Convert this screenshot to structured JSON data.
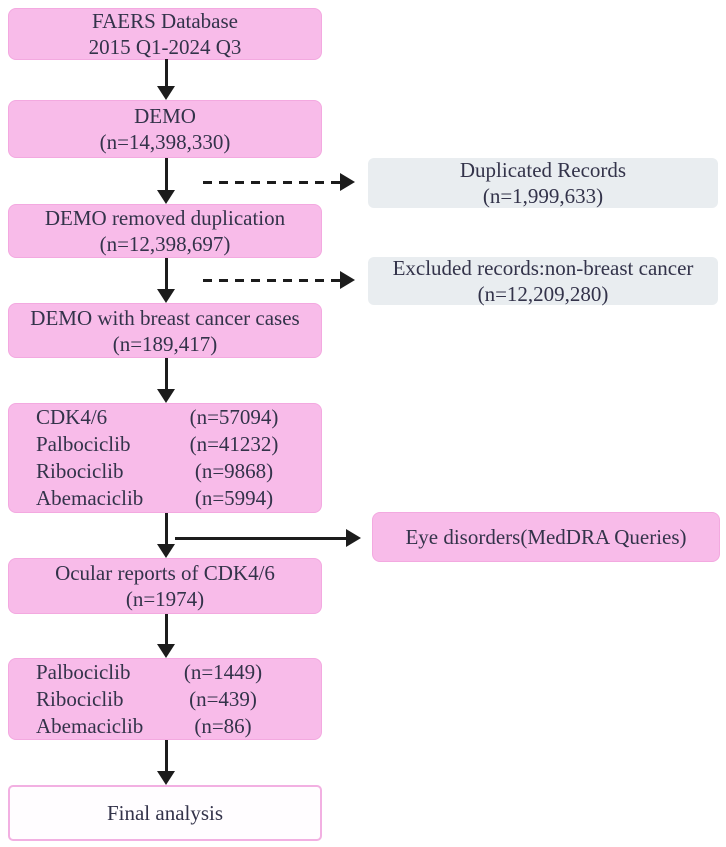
{
  "colors": {
    "box_pink": "#f8bbe9",
    "box_pink_border": "#f3a9e0",
    "box_gray": "#e9edf0",
    "final_box_bg": "#fffdff",
    "final_box_border": "#f2b0e2",
    "arrow": "#1c1c1c",
    "text": "#33334a",
    "background": "#ffffff"
  },
  "boxes": {
    "faers": {
      "lines": [
        "FAERS Database",
        "2015 Q1-2024 Q3"
      ]
    },
    "demo": {
      "lines": [
        "DEMO",
        "(n=14,398,330)"
      ]
    },
    "duplicated": {
      "lines": [
        "Duplicated Records",
        "(n=1,999,633)"
      ]
    },
    "demo_dedup": {
      "lines": [
        "DEMO removed duplication",
        "(n=12,398,697)"
      ]
    },
    "excluded": {
      "lines": [
        "Excluded records:non-breast cancer",
        "(n=12,209,280)"
      ]
    },
    "breast_cancer": {
      "lines": [
        "DEMO with breast cancer cases",
        "(n=189,417)"
      ]
    },
    "cdk46_counts": {
      "rows": [
        {
          "label": "CDK4/6",
          "value": "(n=57094)"
        },
        {
          "label": "Palbociclib",
          "value": "(n=41232)"
        },
        {
          "label": "Ribociclib",
          "value": "(n=9868)"
        },
        {
          "label": "Abemaciclib",
          "value": "(n=5994)"
        }
      ]
    },
    "eye_disorders": {
      "lines": [
        "Eye disorders(MedDRA Queries)"
      ]
    },
    "ocular_reports": {
      "lines": [
        "Ocular reports of CDK4/6",
        "(n=1974)"
      ]
    },
    "drug_counts": {
      "rows": [
        {
          "label": "Palbociclib",
          "value": "(n=1449)"
        },
        {
          "label": "Ribociclib",
          "value": "(n=439)"
        },
        {
          "label": "Abemaciclib",
          "value": "(n=86)"
        }
      ]
    },
    "final": {
      "lines": [
        "Final analysis"
      ]
    }
  }
}
